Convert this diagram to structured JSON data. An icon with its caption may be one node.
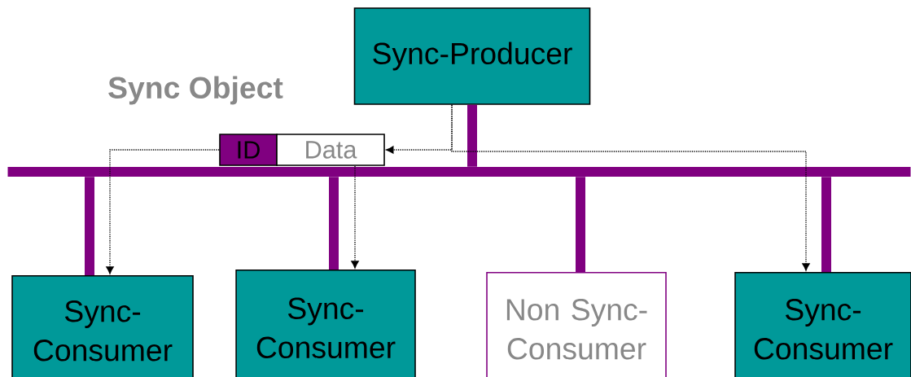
{
  "diagram": {
    "nodes": [
      {
        "text": [
          "Sync-Producer"
        ]
      },
      {
        "text": [
          "ID"
        ]
      },
      {
        "text": [
          "Data"
        ]
      },
      {
        "text": [],
        "shape": "bar"
      },
      {
        "text": [
          "Sync-Consumer"
        ]
      },
      {
        "text": [
          "Sync-Consumer"
        ]
      },
      {
        "text": [
          "Non Sync-Consumer"
        ]
      },
      {
        "text": [
          "Sync-Consumer"
        ]
      }
    ],
    "edges": [
      {
        "from": 0,
        "to": 3,
        "arrow": "none",
        "color": "#800080"
      },
      {
        "from": 4,
        "to": 3,
        "arrow": "none",
        "color": "#800080"
      },
      {
        "from": 5,
        "to": 3,
        "arrow": "none",
        "color": "#800080"
      },
      {
        "from": 6,
        "to": 3,
        "arrow": "none",
        "color": "#800080"
      },
      {
        "from": 7,
        "to": 3,
        "arrow": "none",
        "color": "#800080"
      },
      {
        "from": 0,
        "to": 2,
        "arrow": "to",
        "style": "dashed",
        "color": "#000000"
      },
      {
        "from": 0,
        "to": 7,
        "arrow": "to",
        "style": "dashed",
        "color": "#000000"
      },
      {
        "from": 1,
        "to": 4,
        "arrow": "to",
        "style": "dashed",
        "color": "#000000"
      },
      {
        "from": 2,
        "to": 5,
        "arrow": "to",
        "style": "dashed",
        "color": "#000000"
      }
    ],
    "labels": [
      "Sync Object"
    ]
  }
}
